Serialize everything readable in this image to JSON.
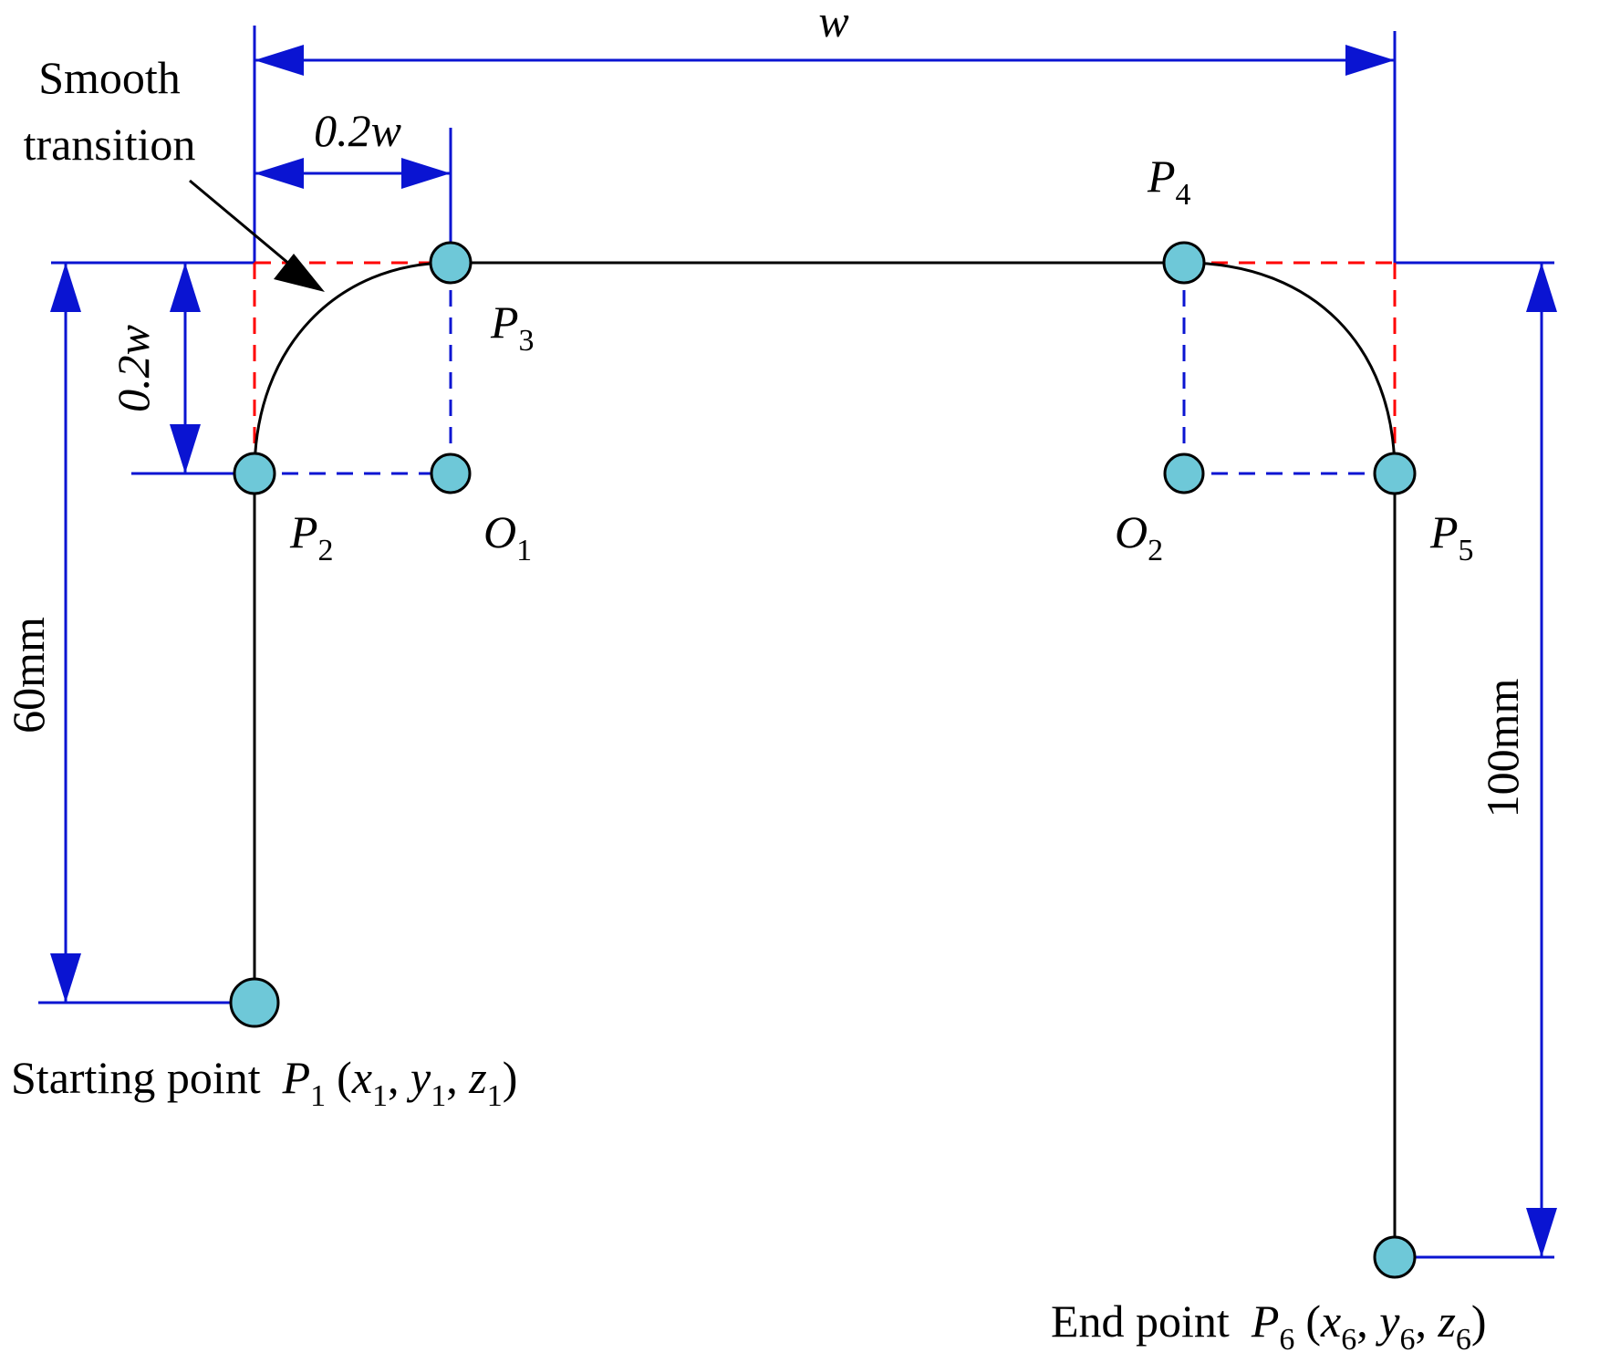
{
  "diagram": {
    "dimensions": {
      "width_symbol": "w",
      "corner_offset_x": "0.2w",
      "corner_offset_y": "0.2w",
      "left_height": "60mm",
      "right_height": "100mm"
    },
    "annotation": {
      "line1": "Smooth",
      "line2": "transition"
    },
    "points": {
      "p1": {
        "sym": "P",
        "sub": "1"
      },
      "p2": {
        "sym": "P",
        "sub": "2"
      },
      "p3": {
        "sym": "P",
        "sub": "3"
      },
      "p4": {
        "sym": "P",
        "sub": "4"
      },
      "p5": {
        "sym": "P",
        "sub": "5"
      },
      "p6": {
        "sym": "P",
        "sub": "6"
      },
      "o1": {
        "sym": "O",
        "sub": "1"
      },
      "o2": {
        "sym": "O",
        "sub": "2"
      }
    },
    "start_label": {
      "text": "Starting point",
      "coords": {
        "x": "x",
        "y": "y",
        "z": "z",
        "sub": "1"
      }
    },
    "end_label": {
      "text": "End point",
      "coords": {
        "x": "x",
        "y": "y",
        "z": "z",
        "sub": "6"
      }
    },
    "colors": {
      "dimension": "#0a14d2",
      "path": "#000000",
      "guide_red": "#ff0000",
      "guide_blue": "#0a14d2",
      "node_fill": "#6ec8d8"
    }
  }
}
